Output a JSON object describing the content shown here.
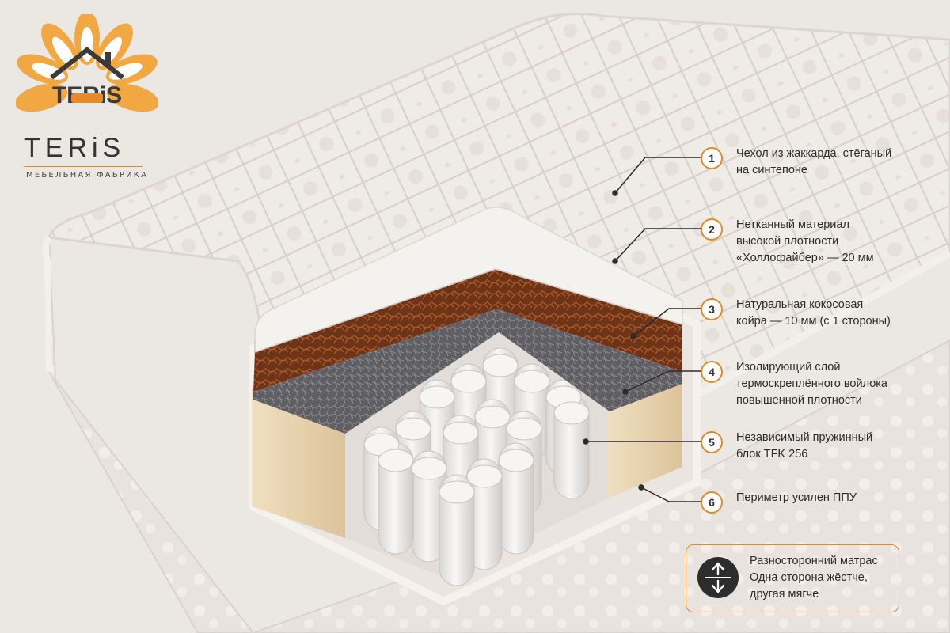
{
  "brand": {
    "logo_name": "TERIS",
    "word": "TERiS",
    "subtitle": "МЕБЕЛЬНАЯ ФАБРИКА",
    "accent": "#e08a2a",
    "flower_color": "#f2a53a"
  },
  "callouts": [
    {
      "number": "1",
      "text": "Чехол из жаккарда, стёганый\nна синтепоне"
    },
    {
      "number": "2",
      "text": "Нетканный материал\nвысокой плотности\n«Холлофайбер» — 20 мм"
    },
    {
      "number": "3",
      "text": "Натуральная кокосовая\nкойра — 10 мм (с 1 стороны)"
    },
    {
      "number": "4",
      "text": "Изолирующий слой\nтермоскреплённого войлока\nповышенной плотности"
    },
    {
      "number": "5",
      "text": "Независимый пружинный\nблок TFK 256"
    },
    {
      "number": "6",
      "text": "Периметр усилен ППУ"
    }
  ],
  "note": {
    "icon": "flip-arrows-icon",
    "text": "Разносторонний матрас\nОдна сторона жёстче,\nдругая мягче"
  },
  "colors": {
    "background": "#ebe7e3",
    "cover": "#efebe7",
    "hollofiber": "#f4f2ef",
    "coir": "#7a3c1c",
    "felt": "#6c6a6c",
    "foam": "#e9d6b4",
    "springs": "#f3f1ef"
  }
}
